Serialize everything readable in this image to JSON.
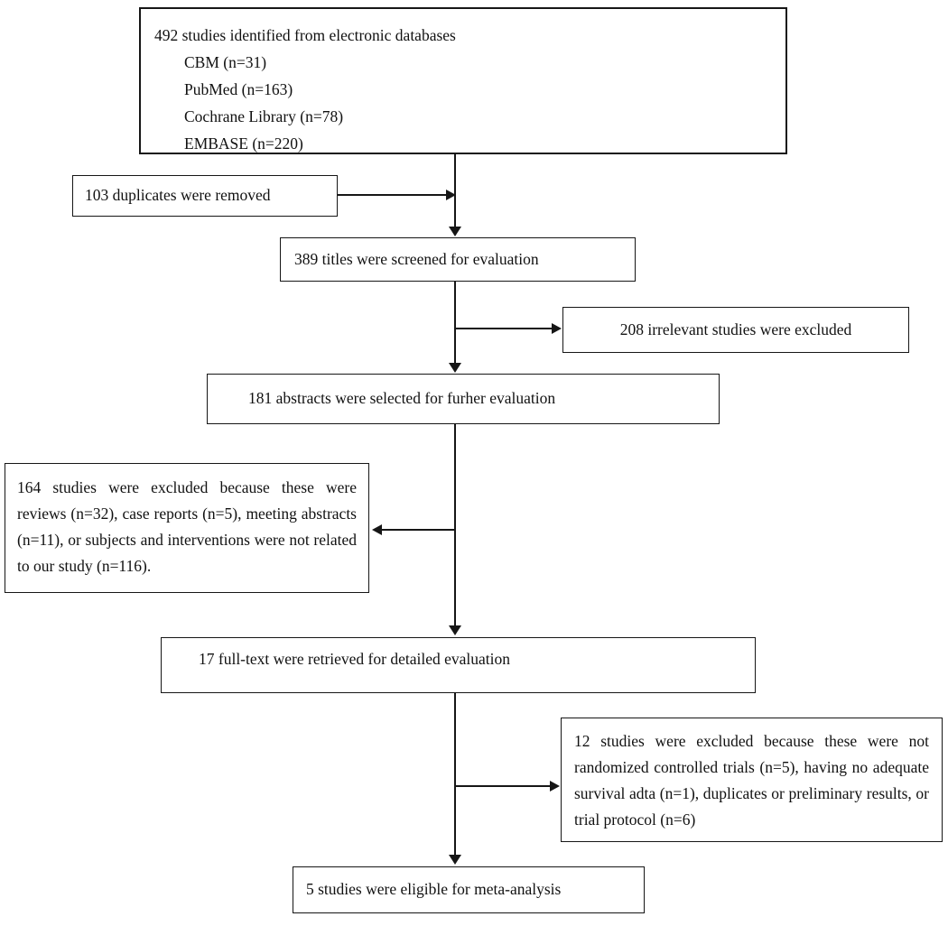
{
  "figure": {
    "type": "prisma-flow-diagram",
    "colors": {
      "line": "#161616",
      "text": "#111111",
      "background": "#ffffff"
    },
    "boxes": {
      "identified": {
        "title": "492 studies identified from electronic databases",
        "sources": [
          "CBM (n=31)",
          "PubMed (n=163)",
          "Cochrane Library (n=78)",
          "EMBASE (n=220)"
        ]
      },
      "duplicates_removed": "103 duplicates were removed",
      "titles_screened": "389 titles were screened for evaluation",
      "irrelevant_excluded": "208 irrelevant studies were excluded",
      "abstracts_selected": "181 abstracts were selected for furher evaluation",
      "abstracts_excluded": "164 studies were excluded because these were reviews (n=32), case reports (n=5), meeting abstracts (n=11), or subjects and interventions were not related to our study (n=116).",
      "fulltext_retrieved": "17 full-text were retrieved for detailed evaluation",
      "fulltext_excluded": "12 studies were excluded because these were not randomized controlled trials (n=5), having no adequate survival adta (n=1), duplicates or preliminary results, or trial protocol (n=6)",
      "eligible": "5 studies were eligible for meta-analysis"
    }
  }
}
